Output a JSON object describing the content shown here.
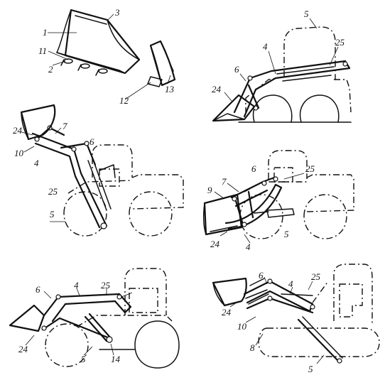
{
  "colors": {
    "ink": "#111111",
    "paper": "#ffffff"
  },
  "figure1": {
    "labels": [
      "1",
      "2",
      "3",
      "11",
      "12",
      "13"
    ]
  },
  "figure2": {
    "labels": [
      "5",
      "4",
      "25",
      "6",
      "24"
    ]
  },
  "figure3": {
    "labels": [
      "24",
      "7",
      "10",
      "4",
      "6",
      "25",
      "5"
    ]
  },
  "figure4": {
    "labels": [
      "6",
      "25",
      "7",
      "9",
      "24",
      "4",
      "5"
    ]
  },
  "figure5": {
    "labels": [
      "6",
      "4",
      "25",
      "24",
      "5",
      "14"
    ]
  },
  "figure6": {
    "labels": [
      "6",
      "4",
      "25",
      "24",
      "10",
      "8",
      "5"
    ]
  }
}
